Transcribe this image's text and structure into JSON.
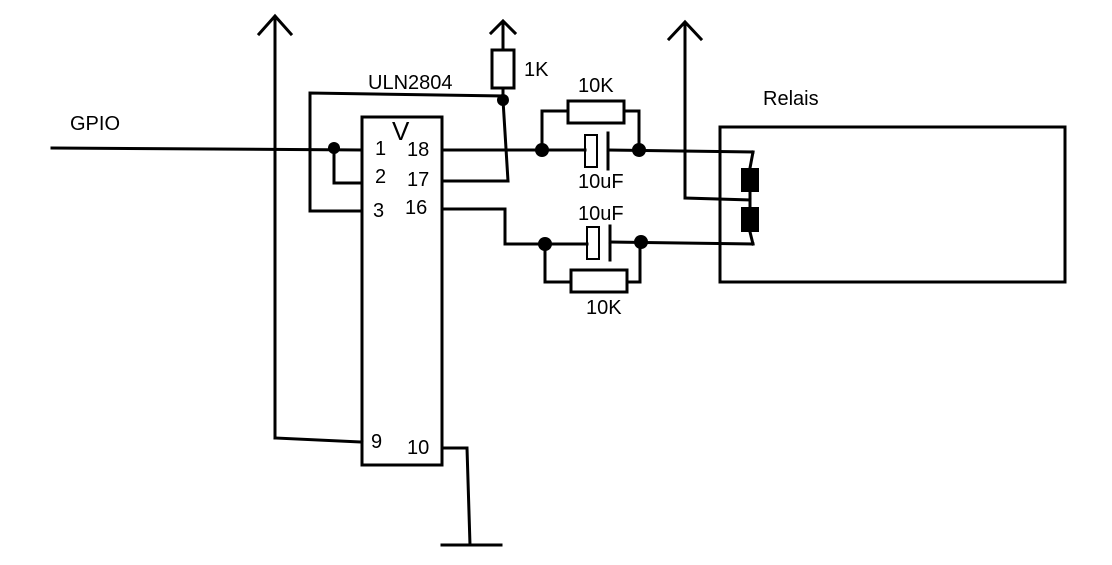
{
  "labels": {
    "gpio": "GPIO",
    "chip": "ULN2804",
    "relay": "Relais",
    "r_pullup": "1K",
    "r_top": "10K",
    "c_top": "10uF",
    "c_bottom": "10uF",
    "r_bottom": "10K"
  },
  "pins": {
    "p1": "1",
    "p2": "2",
    "p3": "3",
    "p9": "9",
    "p18": "18",
    "p17": "17",
    "p16": "16",
    "p10": "10"
  },
  "chip_notch": "V"
}
